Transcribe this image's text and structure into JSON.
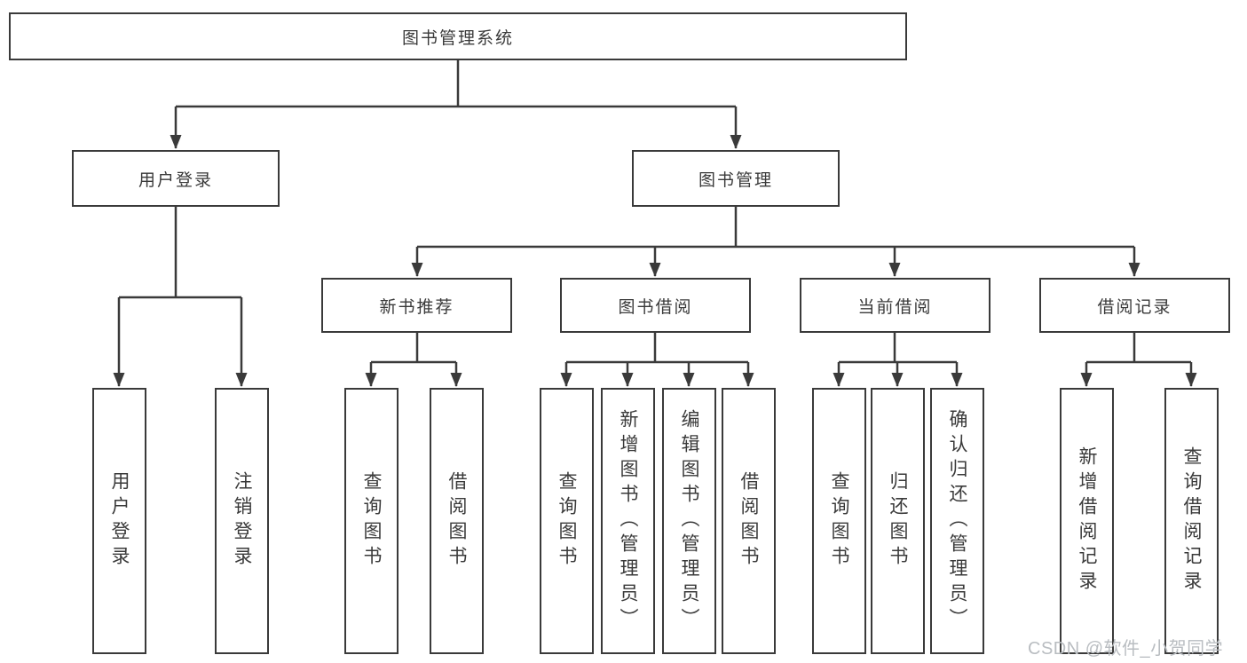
{
  "tree": {
    "root": {
      "label": "图书管理系统",
      "children": [
        {
          "label": "用户登录",
          "children": [
            {
              "label": "用户登录"
            },
            {
              "label": "注销登录"
            }
          ]
        },
        {
          "label": "图书管理",
          "children": [
            {
              "label": "新书推荐",
              "children": [
                {
                  "label": "查询图书"
                },
                {
                  "label": "借阅图书"
                }
              ]
            },
            {
              "label": "图书借阅",
              "children": [
                {
                  "label": "查询图书"
                },
                {
                  "label": "新增图书（管理员）"
                },
                {
                  "label": "编辑图书（管理员）"
                },
                {
                  "label": "借阅图书"
                }
              ]
            },
            {
              "label": "当前借阅",
              "children": [
                {
                  "label": "查询图书"
                },
                {
                  "label": "归还图书"
                },
                {
                  "label": "确认归还（管理员）"
                }
              ]
            },
            {
              "label": "借阅记录",
              "children": [
                {
                  "label": "新增借阅记录"
                },
                {
                  "label": "查询借阅记录"
                }
              ]
            }
          ]
        }
      ]
    }
  },
  "watermark": {
    "text": "CSDN @软件_小贺同学"
  },
  "colors": {
    "line": "#3a3a3a",
    "text": "#3a3a3a",
    "watermark": "#b9bdc1",
    "background": "#ffffff"
  }
}
